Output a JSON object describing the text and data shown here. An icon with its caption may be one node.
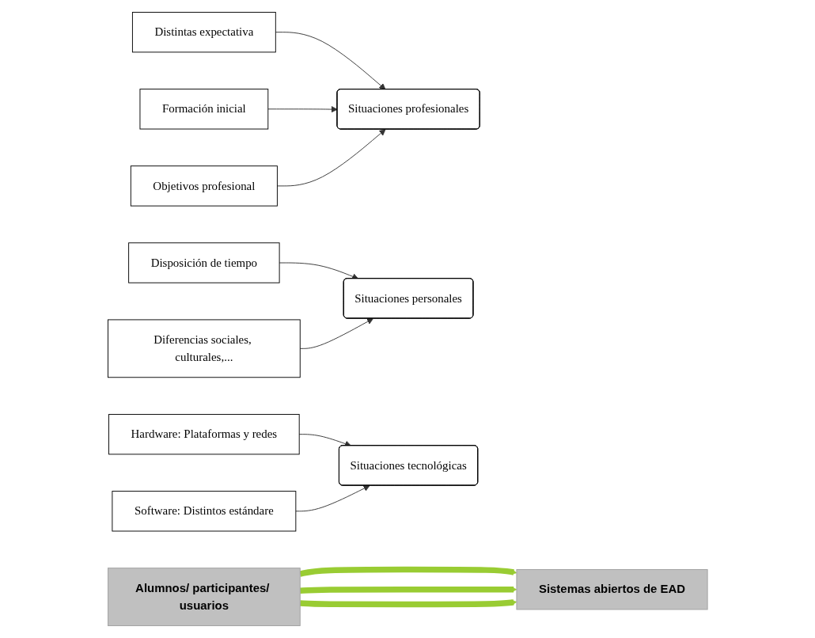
{
  "diagram": {
    "nodes": [
      {
        "text": [
          "Distintas expectativa"
        ]
      },
      {
        "text": [
          "Formación inicial"
        ]
      },
      {
        "text": [
          "Objetivos profesional"
        ]
      },
      {
        "text": [
          "Alumnos/ participantes/ usuarios"
        ]
      },
      {
        "text": [
          "Situaciones profesionales"
        ]
      },
      {
        "text": [
          "Sistemas abiertos de EAD"
        ]
      },
      {
        "text": [
          "Situaciones personales"
        ]
      },
      {
        "text": [
          "Situaciones tecnológicas"
        ]
      },
      {
        "text": [
          "Disposición de tiempo"
        ]
      },
      {
        "text": [
          "Diferencias sociales, culturales,..."
        ]
      },
      {
        "text": [
          "Hardware: Plataformas y redes"
        ]
      },
      {
        "text": [
          "Software: Distintos estándare"
        ]
      }
    ],
    "edges": [
      {
        "from": 0,
        "to": 4,
        "arrow": "to"
      },
      {
        "from": 1,
        "to": 4,
        "arrow": "to"
      },
      {
        "from": 2,
        "to": 4,
        "arrow": "to"
      },
      {
        "from": 3,
        "to": 5,
        "arrow": "to",
        "style": "thick",
        "color": "#99cc33"
      },
      {
        "from": 3,
        "to": 5,
        "arrow": "to",
        "style": "thick",
        "color": "#99cc33"
      },
      {
        "from": 3,
        "to": 5,
        "arrow": "to",
        "style": "thick",
        "color": "#99cc33"
      },
      {
        "from": 8,
        "to": 6,
        "arrow": "to"
      },
      {
        "from": 9,
        "to": 6,
        "arrow": "to"
      },
      {
        "from": 10,
        "to": 7,
        "arrow": "to"
      },
      {
        "from": 11,
        "to": 7,
        "arrow": "to"
      }
    ]
  }
}
